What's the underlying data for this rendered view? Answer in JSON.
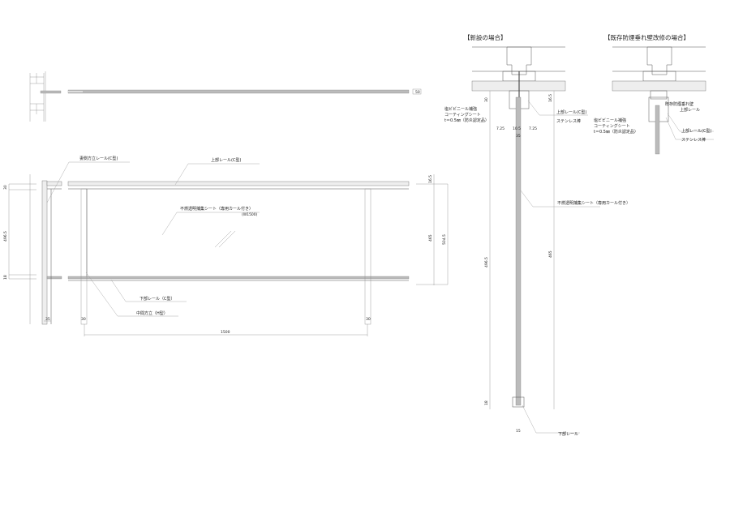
{
  "plan_view": {
    "dim_small": "50"
  },
  "elevation": {
    "labels": {
      "end_post_rail": "妻側方立レール(C型)",
      "top_rail": "上部レール(C型)",
      "sheet": "不燃透明捕集シート（専用カール付き）",
      "width_note": "(W1500)",
      "bottom_rail": "下部レール（C型）",
      "middle_post": "中間方立（H型）"
    },
    "dims": {
      "left_top": "30",
      "left_height": "496.5",
      "left_bottom": "18",
      "post_left": "35",
      "post_mid": "30",
      "post_right": "30",
      "width": "1500",
      "right_top": "16.5",
      "right_sheet": "465",
      "right_total": "504.5"
    }
  },
  "section_new": {
    "title": "【新設の場合】",
    "labels": {
      "pvc_1": "塩ビビニール補強",
      "pvc_2": "コーティングシート",
      "pvc_3": "t＝0.5㎜（防炎認定品）",
      "top_rail": "上部レール(C型)",
      "stainless": "ステンレス棒",
      "sheet": "不燃透明捕集シート（専用カール付き）",
      "bottom_rail": "下部レール"
    },
    "dims": {
      "top": "30",
      "top_right": "16.5",
      "w1": "7.25",
      "w2": "10.5",
      "w3": "7.25",
      "w_total": "35",
      "height": "496.5",
      "sheet": "465",
      "bottom": "18",
      "bottom_w": "15"
    }
  },
  "section_existing": {
    "title": "【既存防煙垂れ壁改修の場合】",
    "labels": {
      "existing_wall": "既存防煙垂れ壁",
      "top_rail_plain": "上部レール",
      "pvc_1": "塩ビビニール補強",
      "pvc_2": "コーティングシート",
      "pvc_3": "t＝0.5㎜（防炎認定品）",
      "top_rail": "上部レール(C型)",
      "stainless": "ステンレス棒"
    }
  }
}
